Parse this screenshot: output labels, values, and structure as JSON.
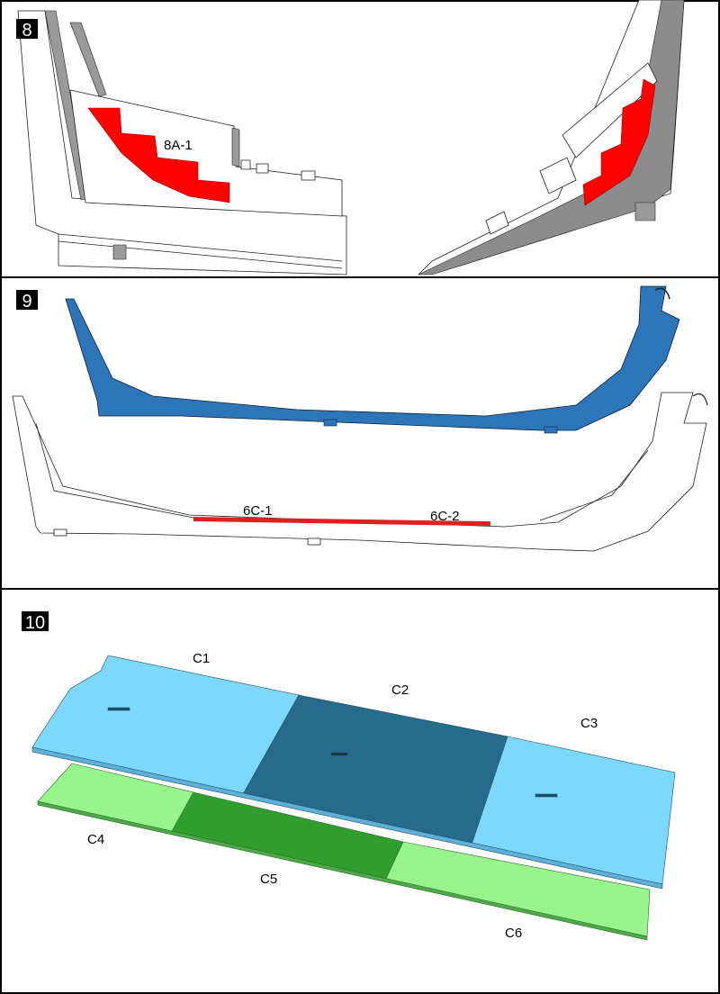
{
  "steps": [
    {
      "number": "8",
      "parts": [
        {
          "label": "8A-1"
        }
      ]
    },
    {
      "number": "9",
      "parts": [
        {
          "label": "6C-1"
        },
        {
          "label": "6C-2"
        }
      ]
    },
    {
      "number": "10",
      "parts": [
        {
          "label": "C1"
        },
        {
          "label": "C2"
        },
        {
          "label": "C3"
        },
        {
          "label": "C4"
        },
        {
          "label": "C5"
        },
        {
          "label": "C6"
        }
      ]
    }
  ],
  "colors": {
    "highlight_red": "#ff0000",
    "hull_blue": "#2b75b8",
    "light_blue": "#7dd8fd",
    "dark_blue": "#266b8c",
    "light_green": "#98f58e",
    "dark_green": "#2f9e2d"
  }
}
